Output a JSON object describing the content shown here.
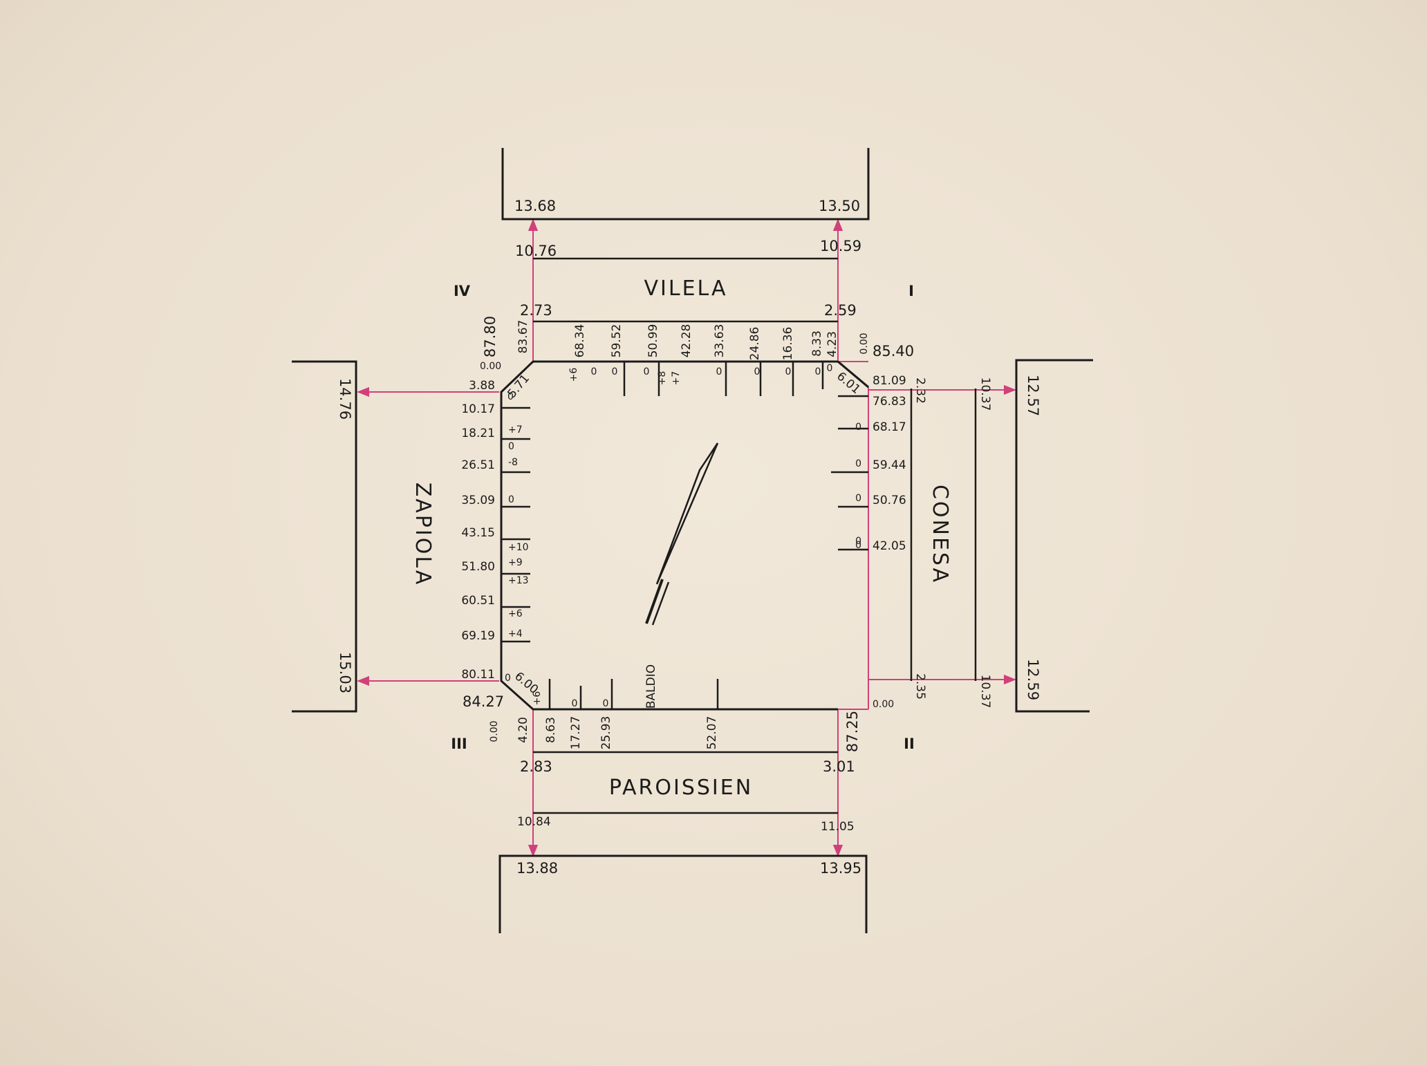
{
  "streets": {
    "north": "VILELA",
    "south": "PAROISSIEN",
    "west": "ZAPIOLA",
    "east": "CONESA"
  },
  "quadrants": {
    "i": "I",
    "ii": "II",
    "iii": "III",
    "iv": "IV"
  },
  "north_block": {
    "outer_left": "13.68",
    "outer_right": "13.50",
    "mid_left": "10.76",
    "mid_right": "10.59",
    "inner_left": "2.73",
    "inner_right": "2.59"
  },
  "south_block": {
    "inner_left": "2.83",
    "inner_right": "3.01",
    "mid_left": "10.84",
    "mid_right": "11.05",
    "outer_left": "13.88",
    "outer_right": "13.95"
  },
  "west_block": {
    "top": "14.76",
    "bottom": "15.03"
  },
  "east_block": {
    "inner_top": "2.32",
    "inner_bottom": "2.35",
    "mid_top": "10.37",
    "mid_bottom": "10.37",
    "outer_top": "12.57",
    "outer_bottom": "12.59"
  },
  "corners": {
    "nw_zero": "0.00",
    "nw_total": "87.80",
    "ne_zero": "0.00",
    "ne_total": "85.40",
    "se_zero": "0.00",
    "se_total": "87.25",
    "sw_zero": "0.00",
    "sw_total": "84.27"
  },
  "chamfers": {
    "nw": "5.71",
    "ne": "6.01",
    "sw": "6.00"
  },
  "north_side": {
    "dims": [
      "83.67",
      "68.34",
      "59.52",
      "50.99",
      "42.28",
      "33.63",
      "24.86",
      "16.36",
      "8.33",
      "4.23"
    ],
    "marks": [
      "+6",
      "0",
      "0",
      "0",
      "+8",
      "+7",
      "0",
      "0",
      "0",
      "0",
      "0"
    ]
  },
  "west_side": {
    "dims": [
      "3.88",
      "10.17",
      "18.21",
      "26.51",
      "35.09",
      "43.15",
      "51.80",
      "60.51",
      "69.19",
      "80.11"
    ],
    "marks": [
      "0",
      "+7",
      "0",
      "-8",
      "0",
      "+10",
      "+9",
      "+13",
      "+6",
      "+4",
      "0"
    ]
  },
  "east_side": {
    "dims": [
      "81.09",
      "76.83",
      "68.17",
      "59.44",
      "50.76",
      "42.05"
    ],
    "marks": [
      "0",
      "0",
      "0",
      "0",
      "0"
    ]
  },
  "south_side": {
    "dims": [
      "4.20",
      "8.63",
      "17.27",
      "25.93",
      "52.07"
    ],
    "marks": [
      "+6",
      "0",
      "0"
    ],
    "label": "BALDIO"
  }
}
